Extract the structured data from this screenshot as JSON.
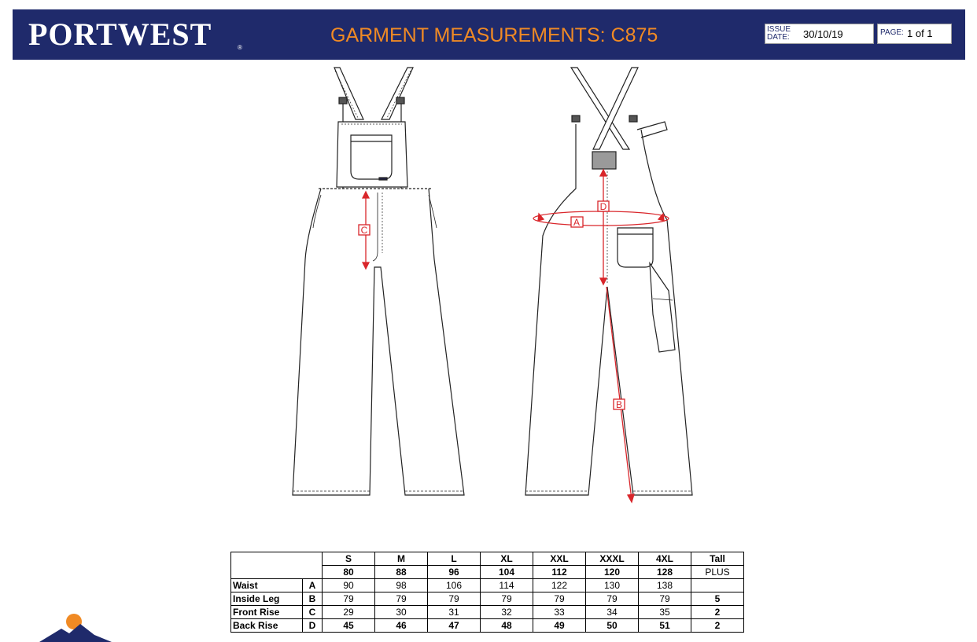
{
  "header": {
    "brand": "PORTWEST",
    "brand_mark": "®",
    "title": "GARMENT MEASUREMENTS: C875",
    "issue_label_1": "ISSUE",
    "issue_label_2": "DATE:",
    "issue_date": "30/10/19",
    "page_label": "PAGE:",
    "page_value": "1 of 1"
  },
  "diagram": {
    "labels": [
      "A",
      "B",
      "C",
      "D"
    ]
  },
  "table": {
    "sizes": [
      "S",
      "M",
      "L",
      "XL",
      "XXL",
      "XXXL",
      "4XL",
      "Tall"
    ],
    "chest": [
      "80",
      "88",
      "96",
      "104",
      "112",
      "120",
      "128",
      "PLUS"
    ],
    "rows": [
      {
        "name": "Waist",
        "code": "A",
        "values": [
          "90",
          "98",
          "106",
          "114",
          "122",
          "130",
          "138",
          ""
        ]
      },
      {
        "name": "Inside Leg",
        "code": "B",
        "values": [
          "79",
          "79",
          "79",
          "79",
          "79",
          "79",
          "79",
          "5"
        ]
      },
      {
        "name": "Front Rise",
        "code": "C",
        "values": [
          "29",
          "30",
          "31",
          "32",
          "33",
          "34",
          "35",
          "2"
        ]
      },
      {
        "name": "Back Rise",
        "code": "D",
        "values": [
          "45",
          "46",
          "47",
          "48",
          "49",
          "50",
          "51",
          "2"
        ]
      }
    ]
  },
  "colors": {
    "header_bg": "#1f2a6b",
    "title": "#f08a24",
    "measure": "#d9262b"
  }
}
